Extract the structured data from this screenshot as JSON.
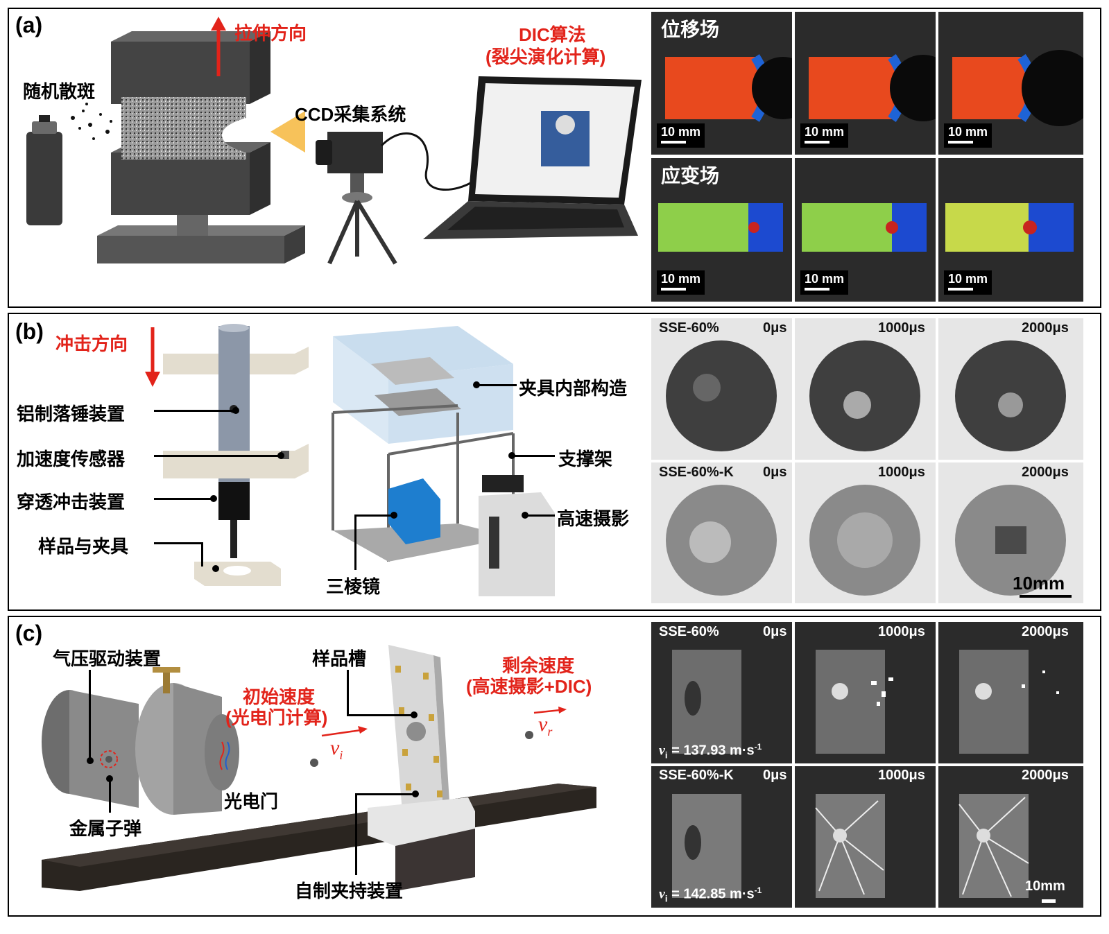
{
  "panel_a": {
    "tag": "(a)",
    "tension_dir": "拉伸方向",
    "speckle": "随机散斑",
    "ccd": "CCD采集系统",
    "dic_line1": "DIC算法",
    "dic_line2": "(裂尖演化计算)",
    "disp_field": "位移场",
    "strain_field": "应变场",
    "scale": "10 mm"
  },
  "panel_b": {
    "tag": "(b)",
    "impact_dir": "冲击方向",
    "drop_hammer": "铝制落锤装置",
    "accel_sensor": "加速度传感器",
    "penetrator": "穿透冲击装置",
    "sample_fixture": "样品与夹具",
    "fixture_inner": "夹具内部构造",
    "support_frame": "支撑架",
    "high_speed_cam": "高速摄影",
    "prism": "三棱镜",
    "row1_label": "SSE-60%",
    "row2_label": "SSE-60%-K",
    "t0": "0μs",
    "t1": "1000μs",
    "t2": "2000μs",
    "scale": "10mm"
  },
  "panel_c": {
    "tag": "(c)",
    "gas_driver": "气压驱动装置",
    "sample_slot": "样品槽",
    "init_vel_1": "初始速度",
    "init_vel_2": "(光电门计算)",
    "resid_vel_1": "剩余速度",
    "resid_vel_2": "(高速摄影+DIC)",
    "photogate": "光电门",
    "metal_bullet": "金属子弹",
    "homemade_fixture": "自制夹持装置",
    "vi_symbol": "v",
    "vi_sub": "i",
    "vr_symbol": "v",
    "vr_sub": "r",
    "row1_label": "SSE-60%",
    "row2_label": "SSE-60%-K",
    "t0": "0μs",
    "t1": "1000μs",
    "t2": "2000μs",
    "vel1": "= 137.93 m·s",
    "vel2": "= 142.85 m·s",
    "vel_exp": "-1",
    "scale": "10mm"
  },
  "colors": {
    "accent_red": "#e2231a"
  }
}
